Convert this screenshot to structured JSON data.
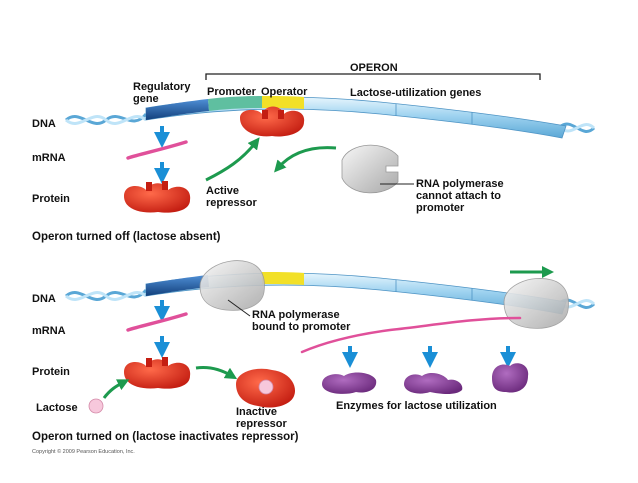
{
  "title": "OPERON",
  "top_panel": {
    "regulatory_gene": "Regulatory gene",
    "promoter": "Promoter",
    "operator": "Operator",
    "lactose_genes": "Lactose-utilization genes",
    "dna": "DNA",
    "mrna": "mRNA",
    "protein": "Protein",
    "active_repressor": "Active repressor",
    "rna_polymerase_note": "RNA polymerase cannot attach to promoter",
    "caption": "Operon turned off (lactose absent)"
  },
  "bottom_panel": {
    "dna": "DNA",
    "mrna": "mRNA",
    "protein": "Protein",
    "rna_polymerase_note": "RNA polymerase bound to promoter",
    "lactose": "Lactose",
    "inactive_repressor": "Inactive repressor",
    "enzymes": "Enzymes for lactose utilization",
    "caption": "Operon turned on (lactose inactivates repressor)"
  },
  "copyright": "Copyright © 2009 Pearson Education, Inc.",
  "colors": {
    "dna_blue": "#8ec9ea",
    "regulatory_gene": "#1f5fa8",
    "promoter": "#5fbfa0",
    "operator": "#f2e028",
    "repressor": "#e2321e",
    "mrna": "#e0509a",
    "arrow_blue": "#1a8fd6",
    "arrow_green": "#1d9a4e",
    "polymerase": "#cfcfcf",
    "enzyme": "#8a3f9a",
    "lactose": "#f7c8dc"
  }
}
